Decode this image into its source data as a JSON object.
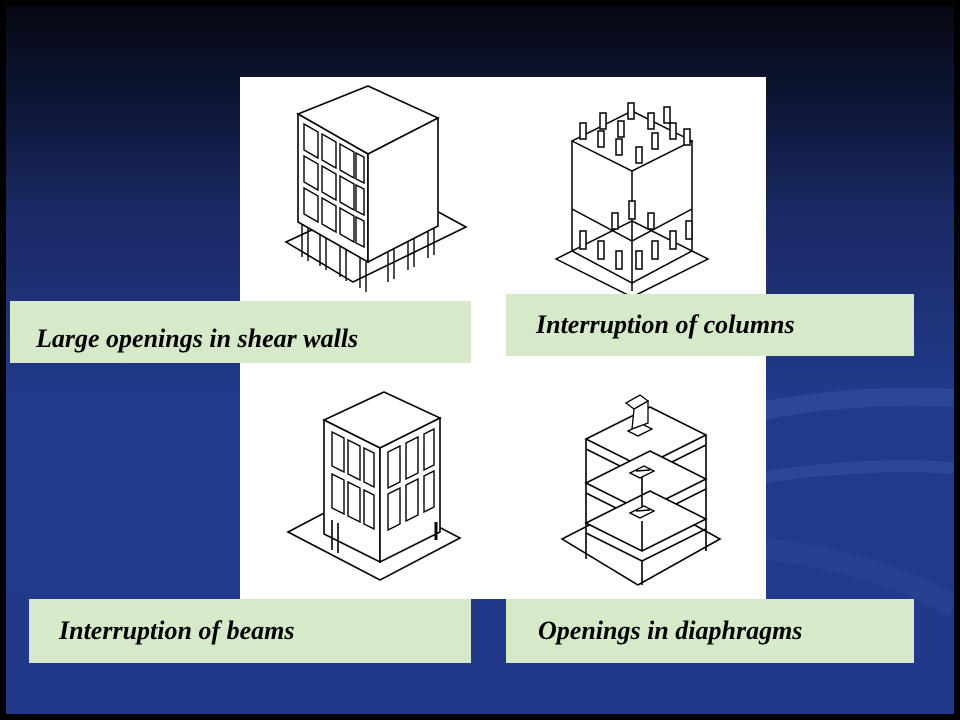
{
  "slide": {
    "panels": [
      {
        "id": "shear-walls",
        "caption": "Large openings in shear walls",
        "icon": "building-with-shear-wall-openings-icon"
      },
      {
        "id": "columns",
        "caption": "Interruption of columns",
        "icon": "building-with-interrupted-columns-icon"
      },
      {
        "id": "beams",
        "caption": "Interruption of beams",
        "icon": "building-with-interrupted-beams-icon"
      },
      {
        "id": "diaphragms",
        "caption": "Openings in diaphragms",
        "icon": "building-with-diaphragm-openings-icon"
      }
    ],
    "colors": {
      "background_top": "#060812",
      "background_bottom": "#22398a",
      "caption_fill": "#d6e9c9",
      "panel_fill": "#ffffff"
    }
  }
}
